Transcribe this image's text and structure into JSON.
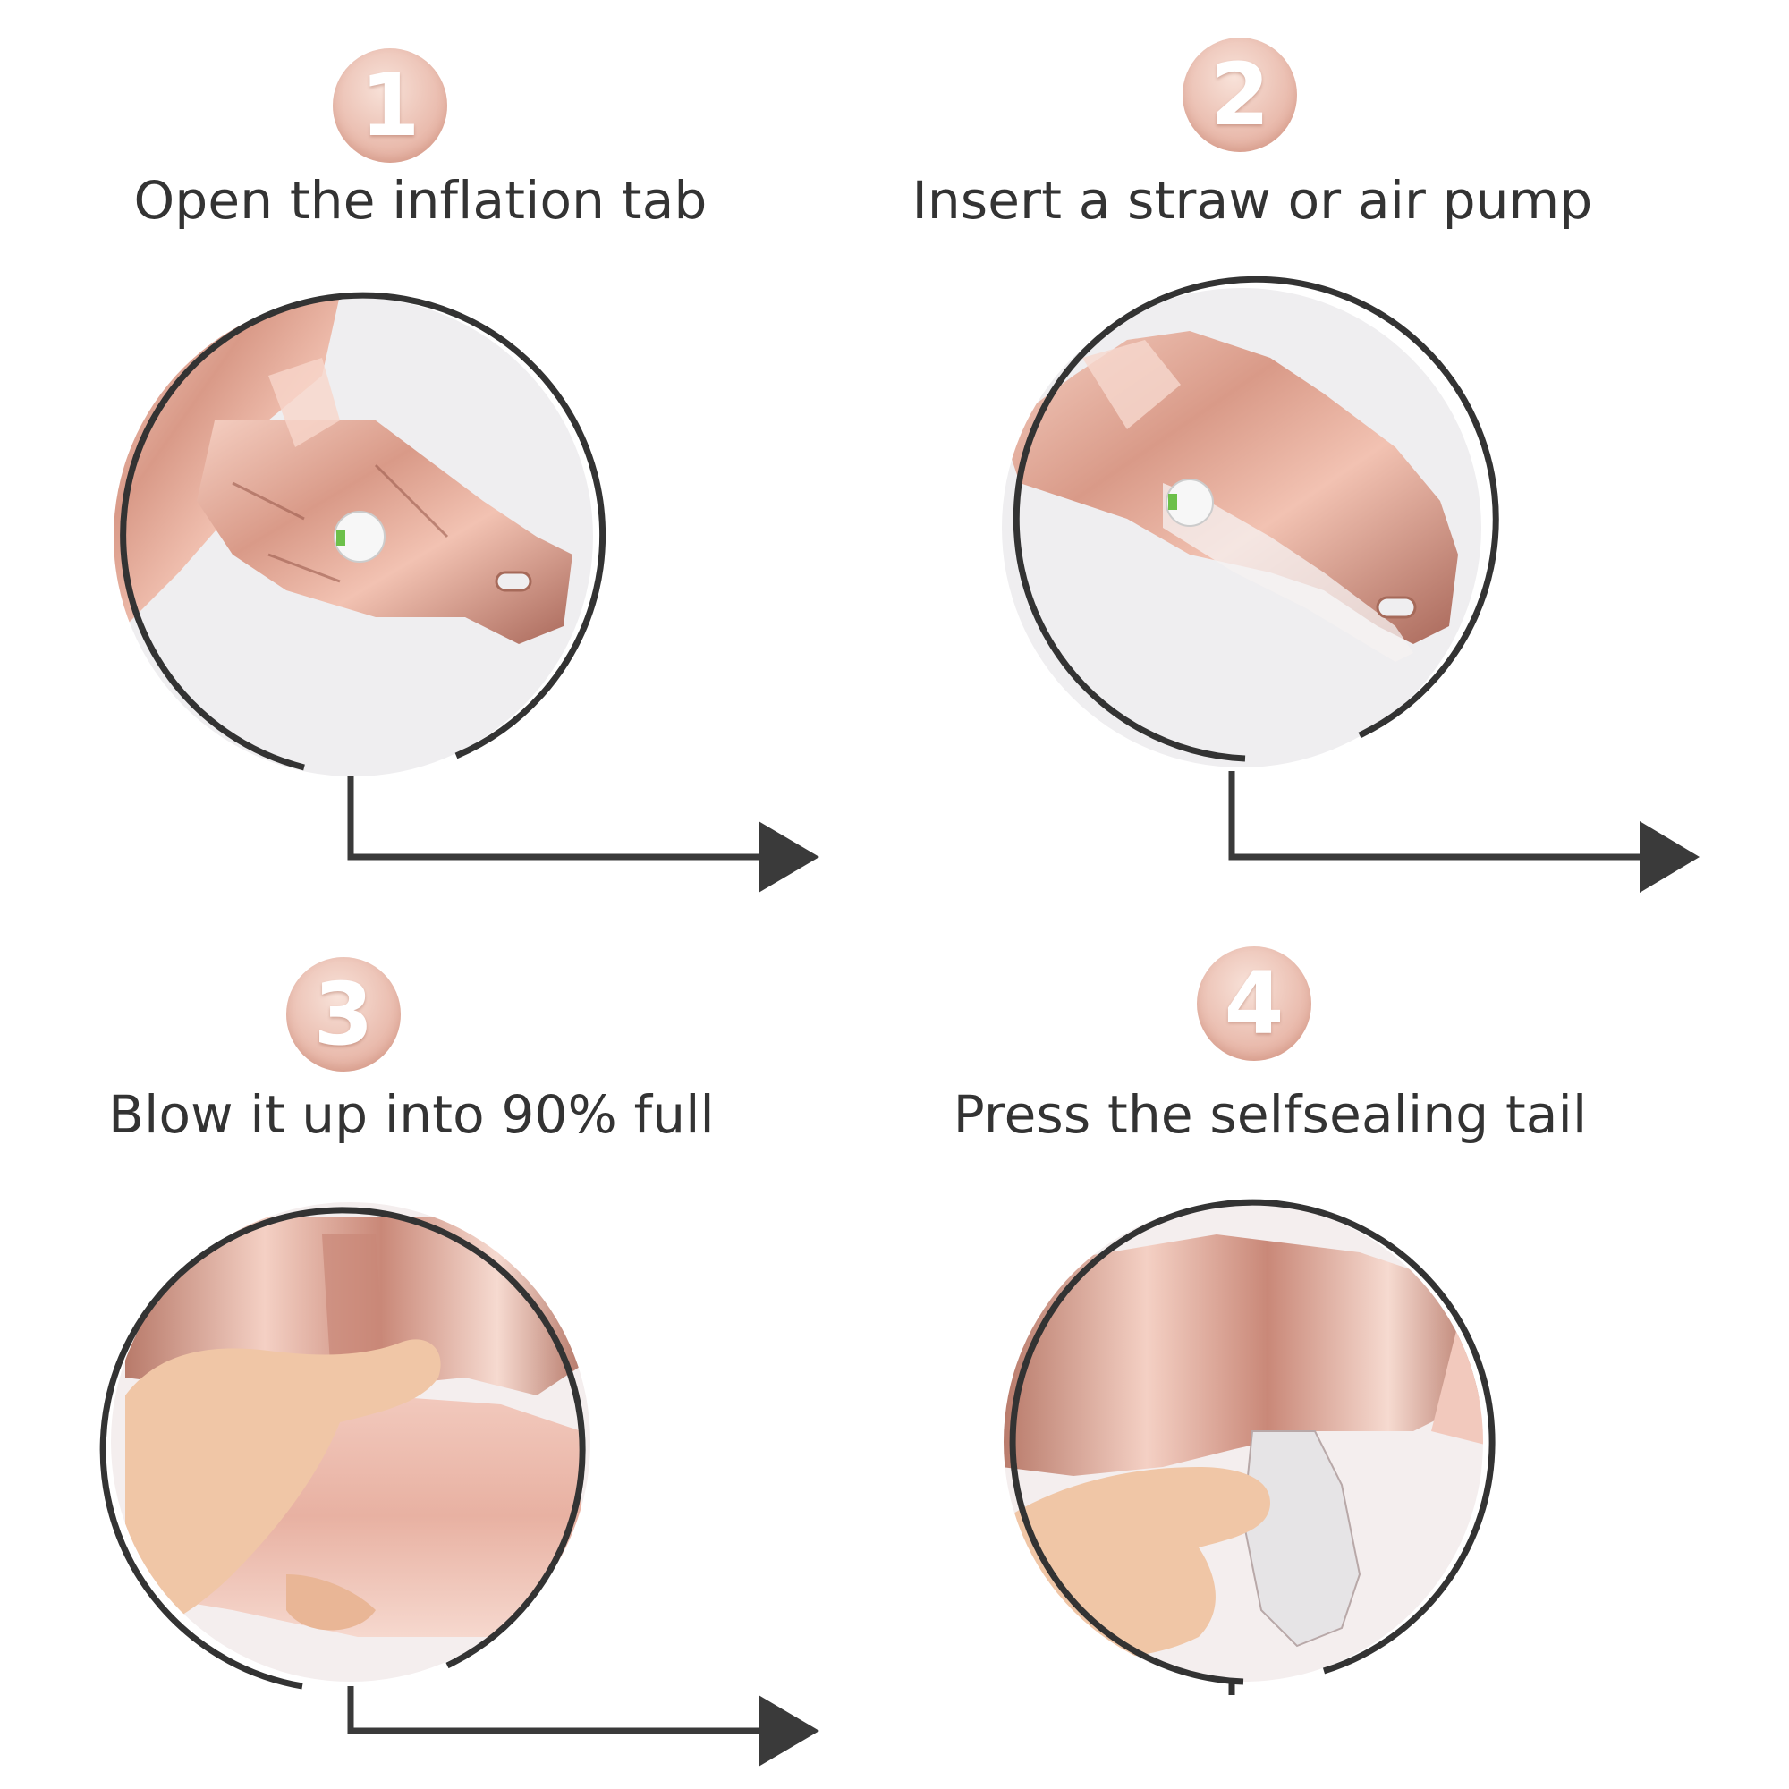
{
  "colors": {
    "badge_light": "#f6d9cf",
    "badge_dark": "#e2a797",
    "foil_light": "#f3c6b8",
    "foil_mid": "#d99a88",
    "foil_dark": "#9d5e50",
    "ring": "#333333",
    "arrow": "#3a3a3a",
    "valve_green": "#6cc04a",
    "skin": "#f0c8a8"
  },
  "steps": [
    {
      "number": "1",
      "title": "Open the inflation tab",
      "image": "foil-balloon-valve-tab-photo",
      "arrow_icon": "arrow-right-icon"
    },
    {
      "number": "2",
      "title": "Insert a straw or air pump",
      "image": "straw-in-valve-photo",
      "arrow_icon": "arrow-right-icon"
    },
    {
      "number": "3",
      "title": "Blow it up into 90% full",
      "image": "hand-holding-inflated-balloon-photo",
      "arrow_icon": "arrow-right-icon"
    },
    {
      "number": "4",
      "title": "Press the selfsealing tail",
      "image": "hand-pressing-tail-photo",
      "arrow_icon": "none"
    }
  ]
}
